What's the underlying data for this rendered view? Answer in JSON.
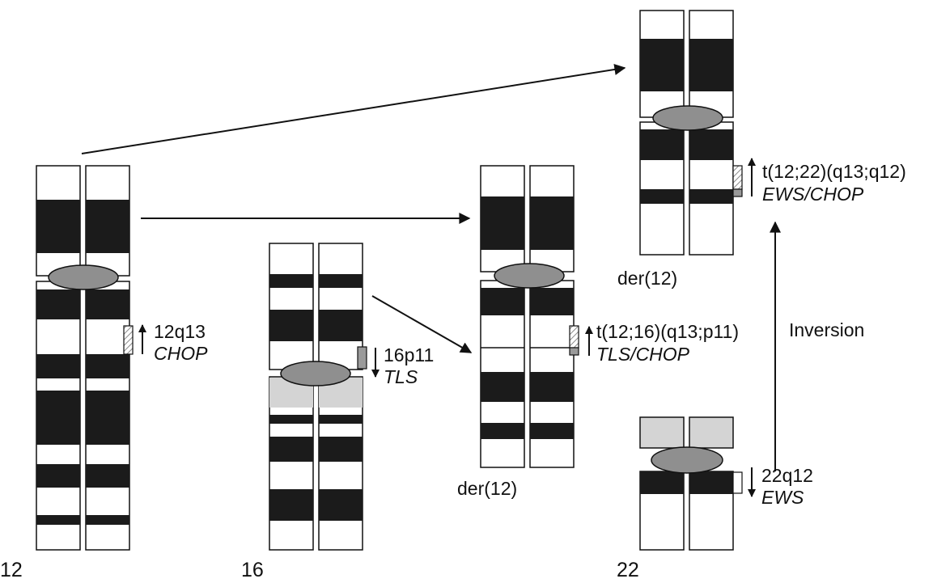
{
  "colors": {
    "band_dark": "#1b1b1b",
    "band_light_gray": "#d4d4d4",
    "centromere": "#8f8f8f",
    "chromosome_outline": "#111111",
    "arrow": "#111111",
    "marker_gray": "#9a9a9a",
    "marker_hatched": "#cfcfcf"
  },
  "chromosomes": {
    "chr12": {
      "label": "12"
    },
    "chr16": {
      "label": "16"
    },
    "chr22": {
      "label": "22"
    },
    "der12_a": {
      "label": "der(12)"
    },
    "der12_b": {
      "label": "der(12)"
    }
  },
  "loci": {
    "chop": {
      "band": "12q13",
      "gene": "CHOP",
      "arrow_icon": "arrow-up-icon"
    },
    "tls": {
      "band": "16p11",
      "gene": "TLS",
      "arrow_icon": "arrow-down-icon"
    },
    "ews": {
      "band": "22q12",
      "gene": "EWS",
      "arrow_icon": "arrow-down-icon"
    }
  },
  "translocations": {
    "t12_16": {
      "notation": "t(12;16)(q13;p11)",
      "fusion": "TLS/CHOP"
    },
    "t12_22": {
      "notation": "t(12;22)(q13;q12)",
      "fusion": "EWS/CHOP"
    }
  },
  "events": {
    "inversion_label": "Inversion"
  }
}
